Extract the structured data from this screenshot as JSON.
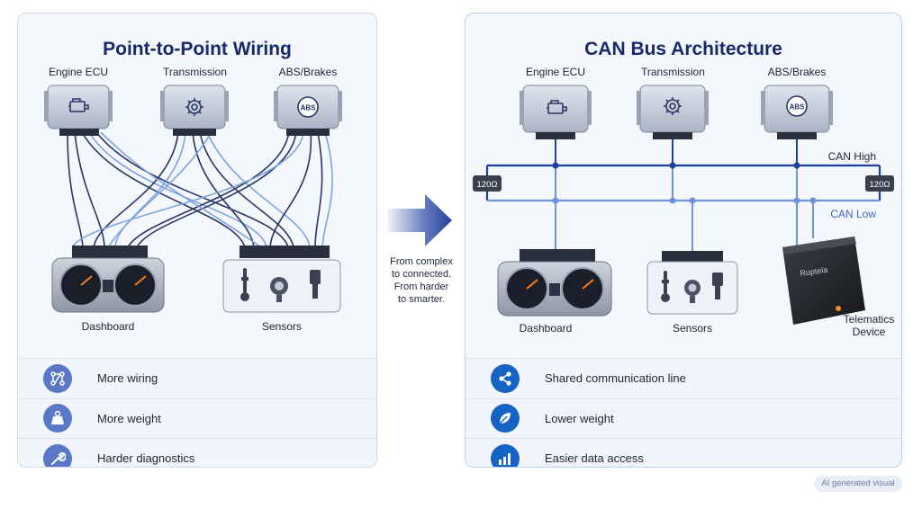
{
  "left_panel": {
    "title": "Point-to-Point Wiring",
    "ecus": [
      {
        "label": "Engine ECU",
        "icon": "engine-icon"
      },
      {
        "label": "Transmission",
        "icon": "gear-icon"
      },
      {
        "label": "ABS/Brakes",
        "icon": "abs-icon",
        "icon_text": "ABS"
      }
    ],
    "dashboard_label": "Dashboard",
    "sensors_label": "Sensors",
    "features": [
      {
        "label": "More wiring",
        "icon": "wiring-icon"
      },
      {
        "label": "More weight",
        "icon": "weight-icon"
      },
      {
        "label": "Harder diagnostics",
        "icon": "wrench-icon"
      }
    ]
  },
  "transition": {
    "line1": "From complex",
    "line2": "to connected.",
    "line3": "From harder",
    "line4": "to smarter."
  },
  "right_panel": {
    "title": "CAN Bus Architecture",
    "ecus": [
      {
        "label": "Engine ECU",
        "icon": "engine-icon"
      },
      {
        "label": "Transmission",
        "icon": "gear-icon"
      },
      {
        "label": "ABS/Brakes",
        "icon": "abs-icon",
        "icon_text": "ABS"
      }
    ],
    "can_high": "CAN High",
    "can_low": "CAN Low",
    "terminator_left": "120Ω",
    "terminator_right": "120Ω",
    "dashboard_label": "Dashboard",
    "sensors_label": "Sensors",
    "telematics_line1": "Telematics",
    "telematics_line2": "Device",
    "device_brand": "Ruptela",
    "features": [
      {
        "label": "Shared communication line",
        "icon": "share-icon"
      },
      {
        "label": "Lower weight",
        "icon": "leaf-icon"
      },
      {
        "label": "Easier data access",
        "icon": "bar-chart-icon"
      }
    ]
  },
  "badge": "AI generated visual",
  "colors": {
    "title": "#17286d",
    "bus_line": "#1c3fa0",
    "can_low_line": "#6f93d9",
    "wire_dark": "#2a3566",
    "wire_light": "#7fa3e0",
    "icon_bg_left": "#5b78c6",
    "icon_bg_right": "#1563c4"
  }
}
